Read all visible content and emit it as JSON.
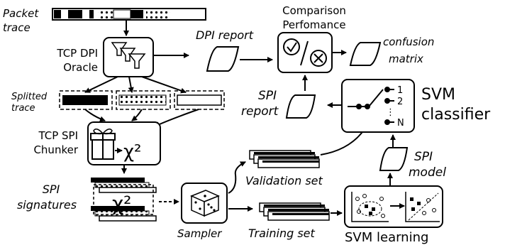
{
  "labels": {
    "packet_trace_1": "Packet",
    "packet_trace_2": "trace",
    "dpi_oracle_1": "TCP DPI",
    "dpi_oracle_2": "Oracle",
    "dpi_report": "DPI report",
    "comparison_1": "Comparison",
    "comparison_2": "Perfomance",
    "confusion_1": "confusion",
    "confusion_2": "matrix",
    "splitted_1": "Splitted",
    "splitted_2": "trace",
    "spi_chunker_1": "TCP SPI",
    "spi_chunker_2": "Chunker",
    "chi_square": "χ²",
    "spi_report_1": "SPI",
    "spi_report_2": "report",
    "svm_classifier_1": "SVM",
    "svm_classifier_2": "classifier",
    "svm_out_1": "1",
    "svm_out_2": "2",
    "svm_out_dots": "⋮",
    "svm_out_n": "N",
    "spi_signatures_1": "SPI",
    "spi_signatures_2": "signatures",
    "sampler": "Sampler",
    "validation_set": "Validation set",
    "training_set": "Training set",
    "spi_model_1": "SPI",
    "spi_model_2": "model",
    "svm_learning": "SVM learning"
  }
}
